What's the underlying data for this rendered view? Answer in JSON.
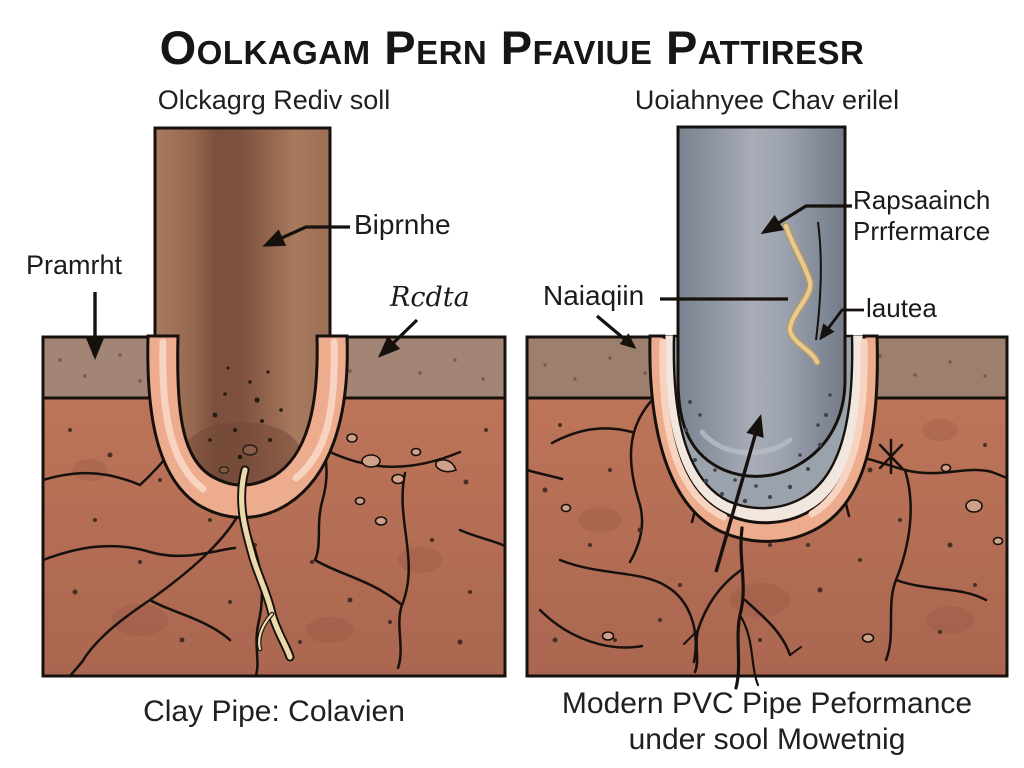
{
  "title": "Oolkagam Pern Pfaviue Pattiresr",
  "left_panel": {
    "subtitle": "Olckagrg Rediv soll",
    "labels": {
      "surface": "Pramrht",
      "pipe": "Biprnhe",
      "soil": "Rcdta"
    },
    "caption": "Clay Pipe: Colavien"
  },
  "right_panel": {
    "subtitle": "Uoiahnyee Chav erilel",
    "labels": {
      "soil": "Naiaqiin",
      "crack": "Rapsaainch Prrfermarce",
      "joint": "lautea"
    },
    "caption": "Modern PVC Pipe Peformance under sool Mowetnig"
  },
  "colors": {
    "clay_pipe": "#8a5a44",
    "pvc_pipe": "#9aa0ac",
    "soil": "#b26d53",
    "surface_band": "#a28575",
    "bell_rim": "#edac8e",
    "root": "#ead9ab",
    "pipe_crack": "#e6ca90",
    "ink": "#17110d"
  }
}
